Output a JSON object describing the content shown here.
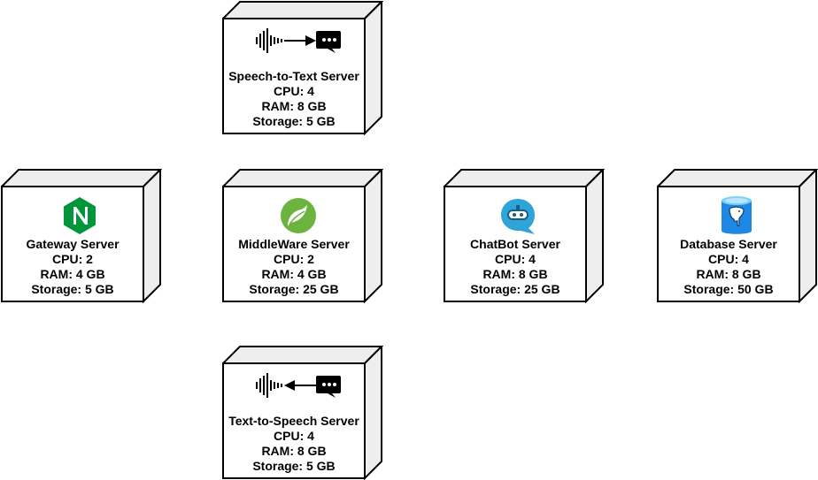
{
  "servers": [
    {
      "name": "Speech-to-Text Server",
      "cpu": "CPU: 4",
      "ram": "RAM: 8 GB",
      "storage": "Storage: 5 GB",
      "icon": "speech-to-text-icon"
    },
    {
      "name": "Gateway Server",
      "cpu": "CPU: 2",
      "ram": "RAM: 4 GB",
      "storage": "Storage: 5 GB",
      "icon": "nginx-icon"
    },
    {
      "name": "MiddleWare Server",
      "cpu": "CPU: 2",
      "ram": "RAM: 4 GB",
      "storage": "Storage: 25 GB",
      "icon": "spring-icon"
    },
    {
      "name": "ChatBot Server",
      "cpu": "CPU: 4",
      "ram": "RAM: 8 GB",
      "storage": "Storage: 25 GB",
      "icon": "chatbot-icon"
    },
    {
      "name": "Database Server",
      "cpu": "CPU: 4",
      "ram": "RAM: 8 GB",
      "storage": "Storage: 50 GB",
      "icon": "postgresql-icon"
    },
    {
      "name": "Text-to-Speech Server",
      "cpu": "CPU: 4",
      "ram": "RAM: 8 GB",
      "storage": "Storage: 5 GB",
      "icon": "text-to-speech-icon"
    }
  ],
  "colors": {
    "box_fill": "#ffffff",
    "box_side": "#eeeeee",
    "stroke": "#000000",
    "nginx_green": "#009639",
    "spring_green": "#6db33f",
    "chatbot_blue": "#2fa4d8",
    "db_blue": "#1e88e5"
  }
}
